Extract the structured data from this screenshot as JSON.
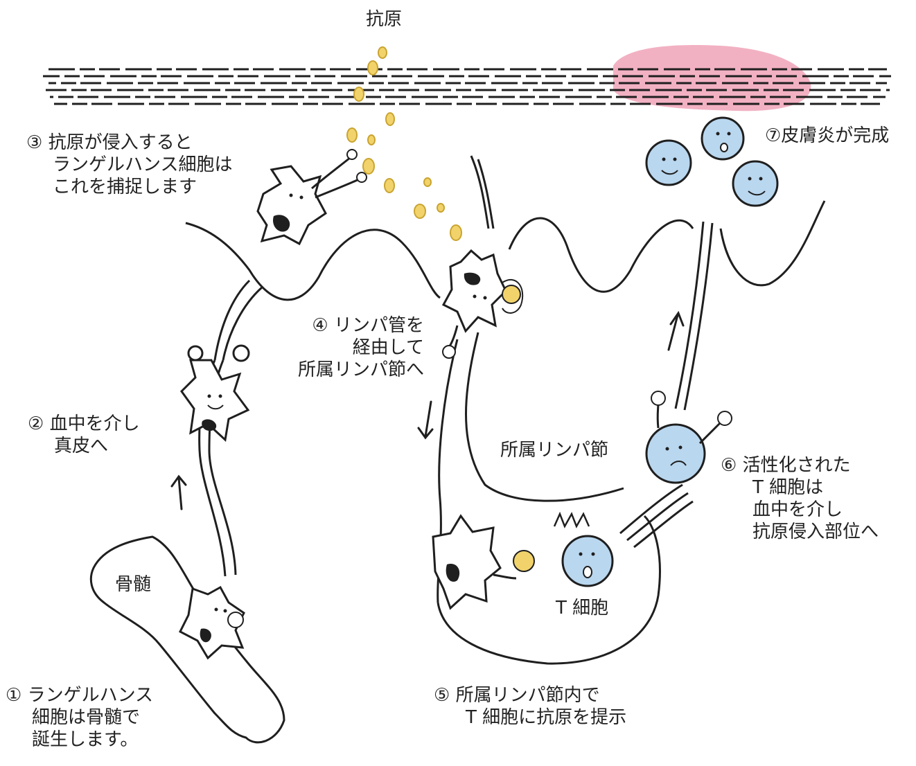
{
  "colors": {
    "ink": "#1f1f1f",
    "antigen": "#f2d36b",
    "antigen_stroke": "#c9a430",
    "inflammation": "#f0a3b8",
    "t_cell": "#b9d7ef",
    "bone": "#ffffff"
  },
  "labels": {
    "antigen": "抗原",
    "bone_marrow": "骨髄",
    "lymph_node": "所属リンパ節",
    "t_cell": "T 細胞"
  },
  "steps": {
    "s1": [
      "① ランゲルハンス",
      "細胞は骨髄で",
      "誕生します。"
    ],
    "s2": [
      "② 血中を介し",
      "真皮へ"
    ],
    "s3": [
      "③ 抗原が侵入すると",
      "ランゲルハンス細胞は",
      "これを捕捉します"
    ],
    "s4": [
      "④ リンパ管を",
      "経由して",
      "所属リンパ節へ"
    ],
    "s5": [
      "⑤ 所属リンパ節内で",
      "T 細胞に抗原を提示"
    ],
    "s6": [
      "⑥ 活性化された",
      "T 細胞は",
      "血中を介し",
      "抗原侵入部位へ"
    ],
    "s7": [
      "⑦皮膚炎が完成"
    ]
  }
}
